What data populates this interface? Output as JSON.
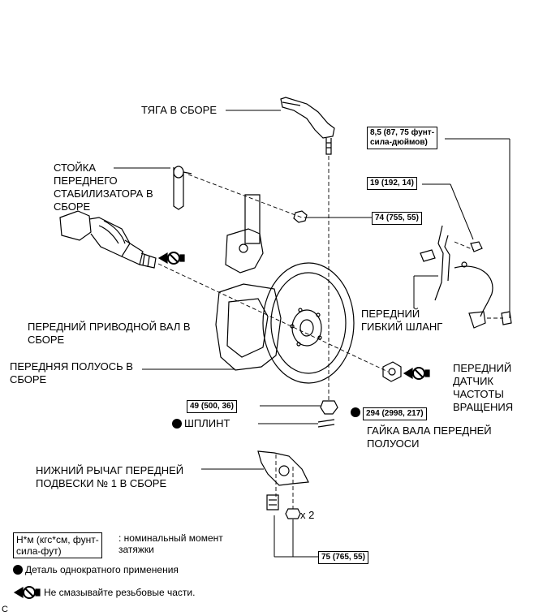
{
  "labels": {
    "tie_rod": "ТЯГА В СБОРЕ",
    "stabilizer_link": "СТОЙКА\nПЕРЕДНЕГО\nСТАБИЛИЗАТОРА В\nСБОРЕ",
    "drive_shaft": "ПЕРЕДНИЙ ПРИВОДНОЙ ВАЛ В\nСБОРЕ",
    "axle_hub": "ПЕРЕДНЯЯ ПОЛУОСЬ В\nСБОРЕ",
    "cotter_pin": "ШПЛИНТ",
    "lower_arm": "НИЖНИЙ РЫЧАГ ПЕРЕДНЕЙ\nПОДВЕСКИ № 1 В СБОРЕ",
    "flex_hose": "ПЕРЕДНИЙ\nГИБКИЙ ШЛАНГ",
    "speed_sensor": "ПЕРЕДНИЙ\nДАТЧИК\nЧАСТОТЫ\nВРАЩЕНИЯ",
    "axle_nut": "ГАЙКА ВАЛА ПЕРЕДНЕЙ\nПОЛУОСИ",
    "qty": "x 2",
    "corner": "C"
  },
  "torques": {
    "sensor_bolt": "8,5 (87, 75 фунт-\nсила-дюймов)",
    "bracket_bolt": "19 (192, 14)",
    "stab_nut": "74 (755, 55)",
    "tierod_nut": "49 (500, 36)",
    "axle_nut": "294 (2998, 217)",
    "arm_bolts": "75 (765, 55)"
  },
  "legend": {
    "unit_box": "Н*м (кгс*см, фунт-\nсила-фут)",
    "unit_desc": ": номинальный момент\nзатяжки",
    "single_use": "Деталь однократного применения",
    "no_lube": "Не смазывайте резьбовые части."
  }
}
